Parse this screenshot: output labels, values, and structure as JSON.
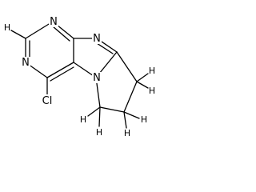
{
  "structure": {
    "atoms": {
      "n1": "N",
      "n3": "N",
      "n7": "N",
      "n9": "N",
      "cl": "Cl"
    },
    "hydrogens": [
      "H",
      "H",
      "H",
      "H",
      "H",
      "H",
      "H"
    ]
  },
  "colors": {
    "ink": "#000000",
    "background": "#ffffff"
  }
}
